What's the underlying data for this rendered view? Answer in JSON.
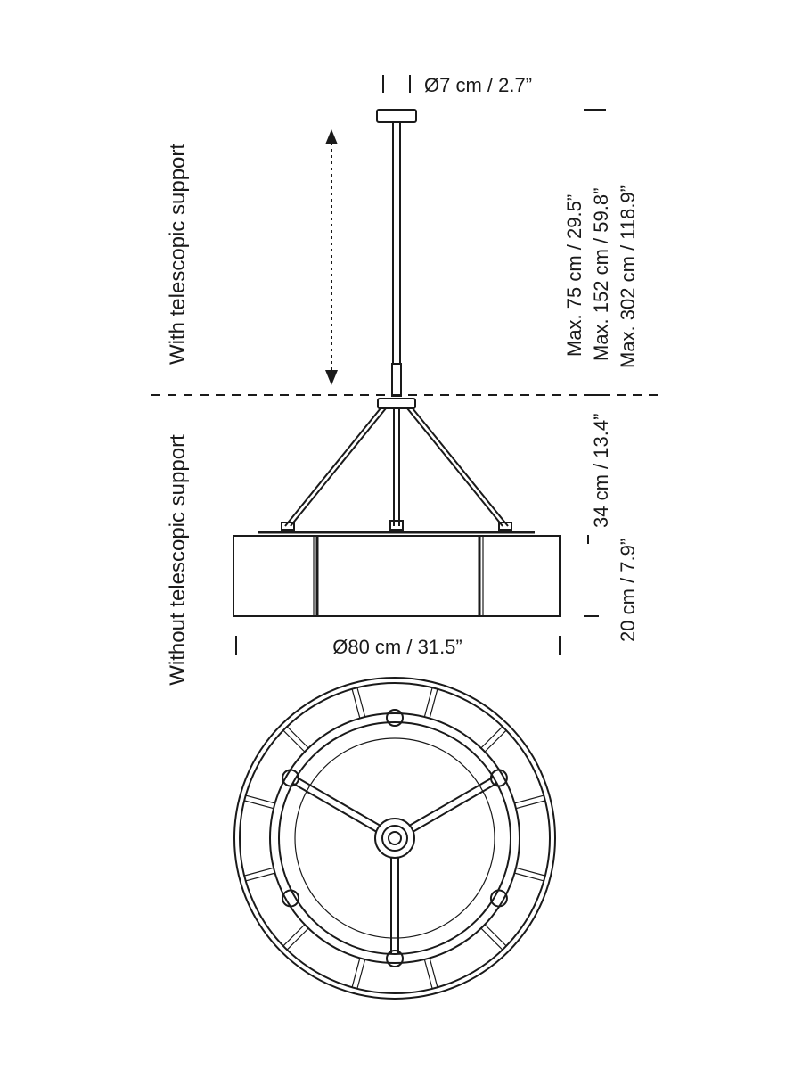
{
  "labels": {
    "canopy_diameter": "Ø7 cm / 2.7”",
    "shade_diameter": "Ø80 cm / 31.5”",
    "max_75": "Max. 75 cm / 29.5”",
    "max_152": "Max. 152 cm / 59.8”",
    "max_302": "Max. 302 cm / 118.9”",
    "height_34": "34 cm / 13.4”",
    "height_20": "20 cm / 7.9”",
    "with_support": "With telescopic support",
    "without_support": "Without telescopic support"
  },
  "colors": {
    "line": "#1a1a1a",
    "background": "#ffffff"
  }
}
